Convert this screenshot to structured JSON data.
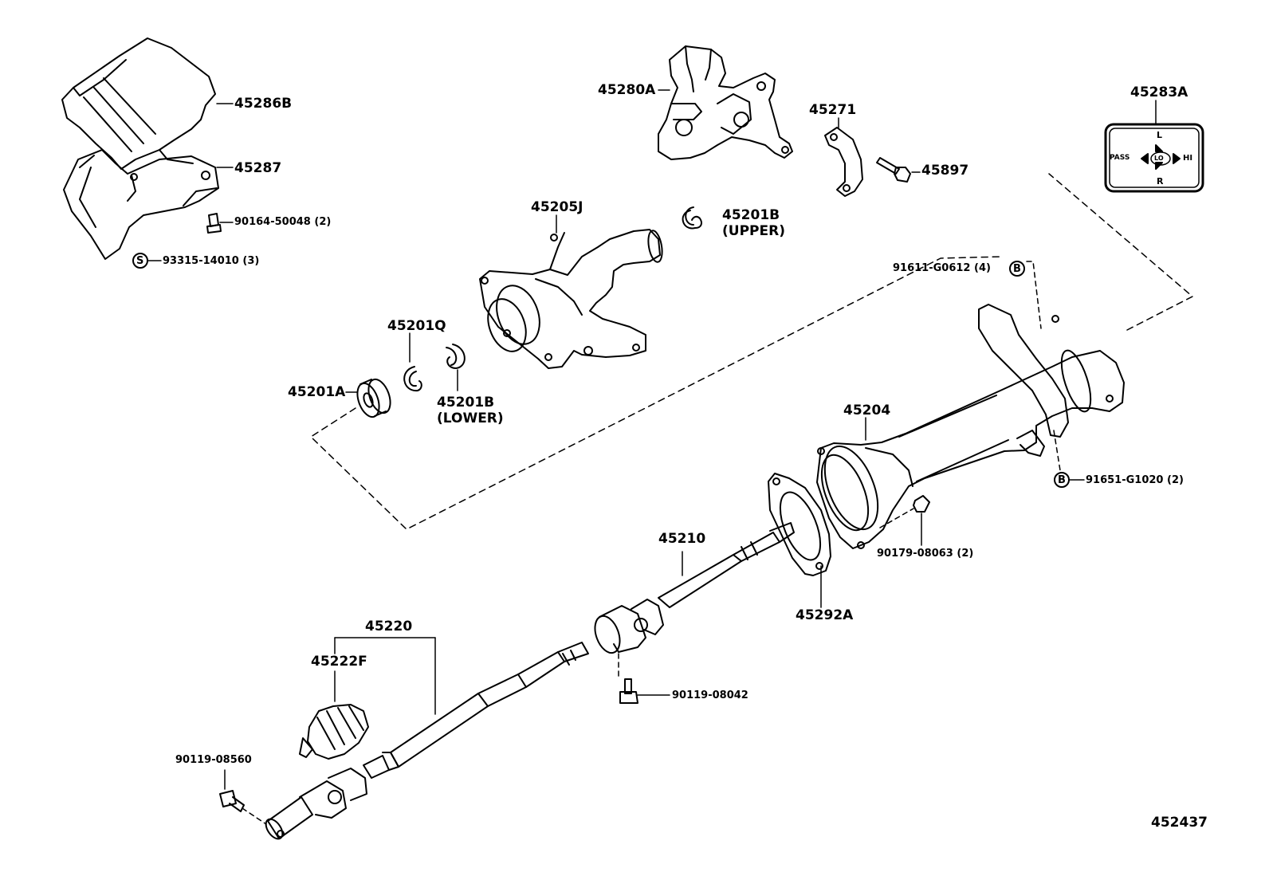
{
  "labels": {
    "p45286B": "45286B",
    "p45287": "45287",
    "p90164": "90164-50048 (2)",
    "p93315": "93315-14010 (3)",
    "symS": "S",
    "p45280A": "45280A",
    "p45271": "45271",
    "p45897": "45897",
    "p45283A": "45283A",
    "p45205J": "45205J",
    "p45201B_u": "45201B",
    "upper": "(UPPER)",
    "p91611": "91611-G0612 (4)",
    "symB1": "B",
    "p45201Q": "45201Q",
    "p45201A": "45201A",
    "p45201B_l": "45201B",
    "lower": "(LOWER)",
    "p45204": "45204",
    "symB2": "B",
    "p91651": "91651-G1020 (2)",
    "p90179": "90179-08063 (2)",
    "p45210": "45210",
    "p45292A": "45292A",
    "p45220": "45220",
    "p45222F": "45222F",
    "p90119_08042": "90119-08042",
    "p90119_08560": "90119-08560",
    "figno": "452437"
  },
  "switch": {
    "L": "L",
    "R": "R",
    "HI": "HI",
    "PASS": "PASS",
    "LO": "LO"
  }
}
